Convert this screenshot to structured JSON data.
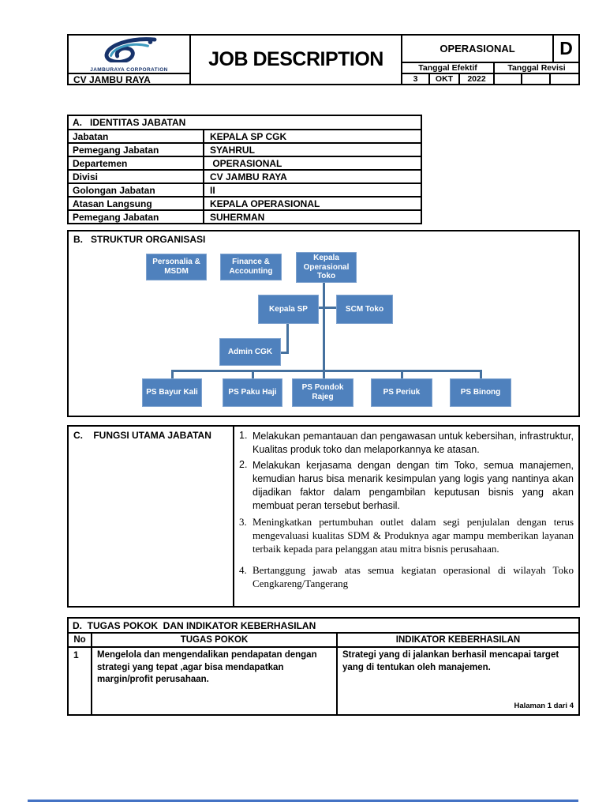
{
  "header": {
    "corporation": "JAMBURAYA CORPORATION",
    "company": "CV JAMBU RAYA",
    "title": "JOB DESCRIPTION",
    "department": "OPERASIONAL",
    "doc_code": "D",
    "effective_label": "Tanggal Efektif",
    "revision_label": "Tanggal Revisi",
    "effective_date": {
      "day": "3",
      "month": "OKT",
      "year": "2022"
    },
    "revision_date": {
      "day": "",
      "month": "",
      "year": ""
    }
  },
  "section_a": {
    "title": "A.   IDENTITAS JABATAN",
    "rows": [
      {
        "label": "Jabatan",
        "value": "KEPALA SP CGK"
      },
      {
        "label": "Pemegang Jabatan",
        "value": "SYAHRUL"
      },
      {
        "label": "Departemen",
        "value": " OPERASIONAL"
      },
      {
        "label": "Divisi",
        "value": "CV JAMBU RAYA"
      },
      {
        "label": "Golongan Jabatan",
        "value": "II"
      },
      {
        "label": "Atasan Langsung",
        "value": "KEPALA OPERASIONAL"
      },
      {
        "label": "Pemegang Jabatan",
        "value": "SUHERMAN"
      }
    ]
  },
  "section_b": {
    "title": "B.   STRUKTUR ORGANISASI",
    "box_color": "#4f81bd",
    "line_color": "#45719f",
    "nodes": [
      {
        "label": "Personalia & MSDM"
      },
      {
        "label": "Finance & Accounting"
      },
      {
        "label": "Kepala Operasional Toko"
      },
      {
        "label": "Kepala SP"
      },
      {
        "label": "SCM Toko"
      },
      {
        "label": "Admin CGK"
      },
      {
        "label": "PS Bayur Kali"
      },
      {
        "label": "PS Paku Haji"
      },
      {
        "label": "PS Pondok Rajeg"
      },
      {
        "label": "PS Periuk"
      },
      {
        "label": "PS Binong"
      }
    ]
  },
  "section_c": {
    "title": "C.    FUNGSI UTAMA JABATAN",
    "items": [
      {
        "num": "1.",
        "text": "Melakukan pemantauan dan pengawasan  untuk kebersihan, infrastruktur, Kualitas  produk toko dan melaporkannya ke atasan."
      },
      {
        "num": "2.",
        "text": "Melakukan kerjasama dengan dengan tim Toko, semua manajemen, kemudian harus bisa menarik kesimpulan yang logis yang nantinya akan dijadikan faktor dalam pengambilan keputusan bisnis yang akan membuat peran tersebut berhasil."
      },
      {
        "num": "3.",
        "text": "Meningkatkan pertumbuhan outlet dalam segi penjulalan dengan terus mengevaluasi kualitas SDM & Produknya agar mampu memberikan layanan terbaik kepada para pelanggan atau mitra bisnis perusahaan."
      },
      {
        "num": "4.",
        "text": "Bertanggung jawab atas semua kegiatan operasional di wilayah Toko Cengkareng/Tangerang"
      }
    ]
  },
  "section_d": {
    "title": "D.  TUGAS POKOK  DAN INDIKATOR KEBERHASILAN",
    "col_no": "No",
    "col_tugas": "TUGAS POKOK",
    "col_indikator": "INDIKATOR KEBERHASILAN",
    "rows": [
      {
        "no": "1",
        "tugas": "Mengelola dan mengendalikan pendapatan dengan strategi yang tepat ,agar bisa mendapatkan margin/profit perusahaan.",
        "indikator": "Strategi yang di jalankan berhasil mencapai target yang di tentukan oleh manajemen."
      }
    ]
  },
  "footer": {
    "page_info": "Halaman 1 dari 4"
  }
}
